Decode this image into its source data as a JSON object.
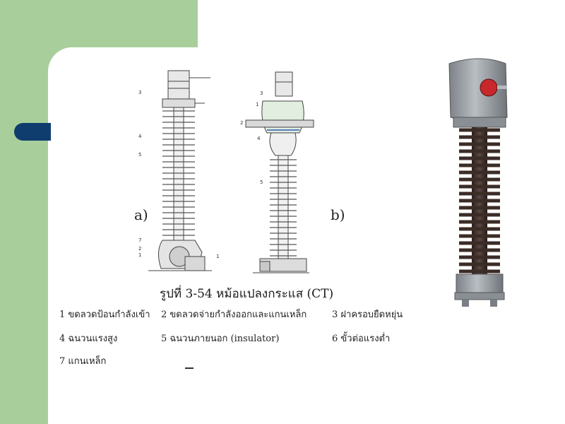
{
  "figure": {
    "label_a": "a)",
    "label_b": "b)",
    "caption": "รูปที่ 3-54  หม้อแปลงกระแส (CT)"
  },
  "legend": [
    "1 ขดลวดป้อนกำลังเข้า",
    "2 ขดลวดจ่ายกำลังออกและแกนเหล็ก",
    "3 ฝาครอบยืดหยุ่น",
    "4 ฉนวนแรงสูง",
    "5 ฉนวนภายนอก (insulator)",
    "6 ขั้วต่อแรงต่ำ",
    "7 แกนเหล็ก"
  ],
  "diagram_callouts_a": [
    "3",
    "4",
    "5",
    "7",
    "2",
    "1",
    "1"
  ],
  "diagram_callouts_b": [
    "3",
    "1",
    "2",
    "4",
    "5"
  ],
  "colors": {
    "green": "#a8cf9b",
    "navy": "#0f3d6e",
    "porcelain": "#4a3a35",
    "housing": "#9ea3a8",
    "red": "#c8282c"
  }
}
